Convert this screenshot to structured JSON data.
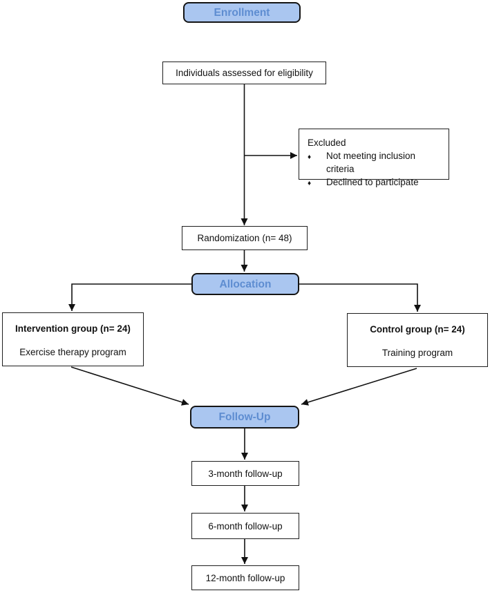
{
  "colors": {
    "background": "#ffffff",
    "stage_fill": "#aac6f0",
    "stage_text": "#5e8dd1",
    "stage_border": "#141414",
    "box_border": "#1d1d1d",
    "box_text": "#111111",
    "line_color": "#111111"
  },
  "stages": {
    "enrollment": "Enrollment",
    "allocation": "Allocation",
    "followup": "Follow-Up"
  },
  "boxes": {
    "eligibility": "Individuals assessed for eligibility",
    "excluded": {
      "title": "Excluded",
      "bullet_glyph": "♦",
      "items": [
        "Not meeting inclusion criteria",
        "Declined to participate"
      ]
    },
    "randomization": "Randomization (n= 48)",
    "intervention": {
      "title": "Intervention group (n= 24)",
      "subtitle": "Exercise therapy program"
    },
    "control": {
      "title": "Control group (n= 24)",
      "subtitle": "Training program"
    },
    "followup_3m": "3-month follow-up",
    "followup_6m": "6-month follow-up",
    "followup_12m": "12-month follow-up"
  }
}
